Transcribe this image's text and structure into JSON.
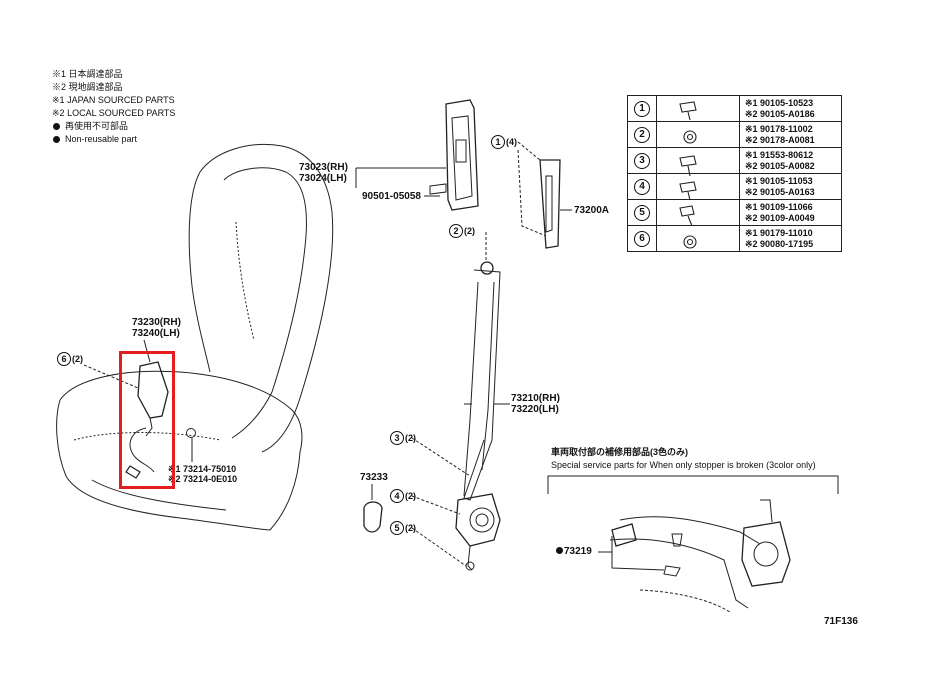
{
  "legend": [
    {
      "mark": "※1",
      "text": "日本調達部品"
    },
    {
      "mark": "※2",
      "text": "現地調達部品"
    },
    {
      "mark": "※1",
      "text": "JAPAN SOURCED PARTS"
    },
    {
      "mark": "※2",
      "text": "LOCAL SOURCED PARTS"
    },
    {
      "mark": "●",
      "text": "再使用不可部品"
    },
    {
      "mark": "●",
      "text": "Non-reusable part"
    }
  ],
  "parts_table": [
    {
      "num": "1",
      "p1": "※1 90105-10523",
      "p2": "※2 90105-A0186"
    },
    {
      "num": "2",
      "p1": "※1 90178-11002",
      "p2": "※2 90178-A0081"
    },
    {
      "num": "3",
      "p1": "※1 91553-80612",
      "p2": "※2 90105-A0082"
    },
    {
      "num": "4",
      "p1": "※1 90105-11053",
      "p2": "※2 90105-A0163"
    },
    {
      "num": "5",
      "p1": "※1 90109-11066",
      "p2": "※2 90109-A0049"
    },
    {
      "num": "6",
      "p1": "※1 90179-11010",
      "p2": "※2 90080-17195"
    }
  ],
  "labels": {
    "anchor_rh": "73023(RH)",
    "anchor_lh": "73024(LH)",
    "bolt": "90501-05058",
    "retractor_top": "73200A",
    "buckle_rh": "73230(RH)",
    "buckle_lh": "73240(LH)",
    "harness_1": "※1 73214-75010",
    "harness_2": "※2 73214-0E010",
    "belt_rh": "73210(RH)",
    "belt_lh": "73220(LH)",
    "stopper": "73233",
    "special_part": "73219"
  },
  "callouts": {
    "c1": {
      "num": "1",
      "qty": "(4)"
    },
    "c2": {
      "num": "2",
      "qty": "(2)"
    },
    "c3": {
      "num": "3",
      "qty": "(2)"
    },
    "c4": {
      "num": "4",
      "qty": "(2)"
    },
    "c5": {
      "num": "5",
      "qty": "(2)"
    },
    "c6": {
      "num": "6",
      "qty": "(2)"
    }
  },
  "special": {
    "jp": "車両取付部の補修用部品(3色のみ)",
    "en": "Special service parts for When only stopper is broken (3color only)"
  },
  "diagram_code": "71F136",
  "colors": {
    "highlight": "#e41e1e",
    "ink": "#111111"
  }
}
